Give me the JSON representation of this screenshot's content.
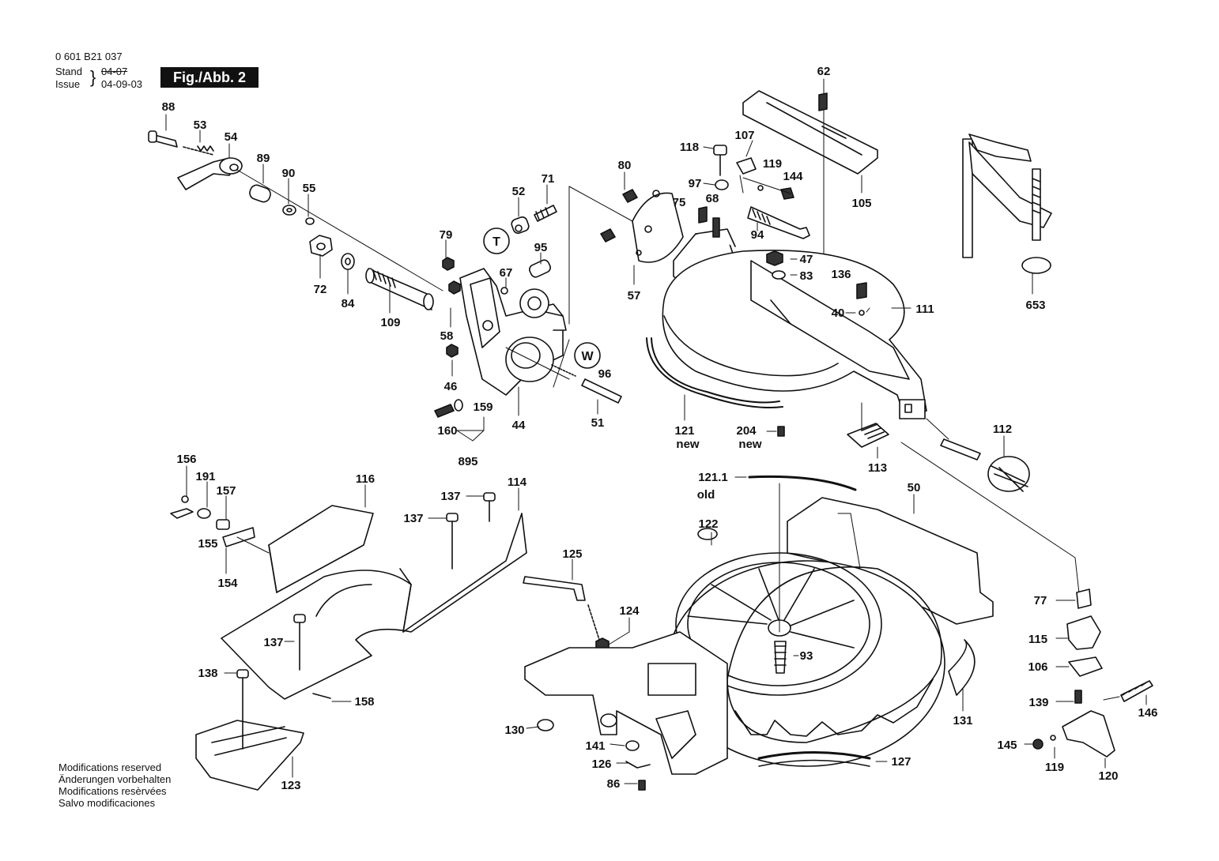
{
  "header": {
    "part_number": "0 601 B21 037",
    "stand_label": "Stand",
    "stand_value": "04-07",
    "issue_label": "Issue",
    "issue_value": "04-09-03",
    "figure_label": "Fig./Abb. 2"
  },
  "footer": {
    "lines": [
      "Modifications reserved",
      "Änderungen vorbehalten",
      "Modifications resèrvées",
      "Salvo modificaciones"
    ]
  },
  "callouts": [
    {
      "id": "88",
      "text": "88"
    },
    {
      "id": "53",
      "text": "53"
    },
    {
      "id": "54",
      "text": "54"
    },
    {
      "id": "89",
      "text": "89"
    },
    {
      "id": "90",
      "text": "90"
    },
    {
      "id": "55",
      "text": "55"
    },
    {
      "id": "72",
      "text": "72"
    },
    {
      "id": "84",
      "text": "84"
    },
    {
      "id": "109",
      "text": "109"
    },
    {
      "id": "79",
      "text": "79"
    },
    {
      "id": "52",
      "text": "52"
    },
    {
      "id": "71",
      "text": "71"
    },
    {
      "id": "95",
      "text": "95"
    },
    {
      "id": "67",
      "text": "67"
    },
    {
      "id": "58",
      "text": "58"
    },
    {
      "id": "46",
      "text": "46"
    },
    {
      "id": "96",
      "text": "96"
    },
    {
      "id": "51",
      "text": "51"
    },
    {
      "id": "44",
      "text": "44"
    },
    {
      "id": "159",
      "text": "159"
    },
    {
      "id": "160",
      "text": "160"
    },
    {
      "id": "895",
      "text": "895"
    },
    {
      "id": "80",
      "text": "80"
    },
    {
      "id": "57",
      "text": "57"
    },
    {
      "id": "75",
      "text": "75"
    },
    {
      "id": "68",
      "text": "68"
    },
    {
      "id": "118",
      "text": "118"
    },
    {
      "id": "97",
      "text": "97"
    },
    {
      "id": "107",
      "text": "107"
    },
    {
      "id": "119a",
      "text": "119"
    },
    {
      "id": "144",
      "text": "144"
    },
    {
      "id": "94",
      "text": "94"
    },
    {
      "id": "62",
      "text": "62"
    },
    {
      "id": "105",
      "text": "105"
    },
    {
      "id": "47",
      "text": "47"
    },
    {
      "id": "83",
      "text": "83"
    },
    {
      "id": "136",
      "text": "136"
    },
    {
      "id": "40",
      "text": "40"
    },
    {
      "id": "111",
      "text": "111"
    },
    {
      "id": "653",
      "text": "653"
    },
    {
      "id": "121",
      "text": "121"
    },
    {
      "id": "121new",
      "text": "new"
    },
    {
      "id": "204",
      "text": "204"
    },
    {
      "id": "204new",
      "text": "new"
    },
    {
      "id": "113",
      "text": "113"
    },
    {
      "id": "112",
      "text": "112"
    },
    {
      "id": "156",
      "text": "156"
    },
    {
      "id": "191",
      "text": "191"
    },
    {
      "id": "157",
      "text": "157"
    },
    {
      "id": "155",
      "text": "155"
    },
    {
      "id": "154",
      "text": "154"
    },
    {
      "id": "116",
      "text": "116"
    },
    {
      "id": "137a",
      "text": "137"
    },
    {
      "id": "137b",
      "text": "137"
    },
    {
      "id": "114",
      "text": "114"
    },
    {
      "id": "137c",
      "text": "137"
    },
    {
      "id": "138",
      "text": "138"
    },
    {
      "id": "158",
      "text": "158"
    },
    {
      "id": "123",
      "text": "123"
    },
    {
      "id": "125",
      "text": "125"
    },
    {
      "id": "124",
      "text": "124"
    },
    {
      "id": "121.1",
      "text": "121.1"
    },
    {
      "id": "121.1old",
      "text": "old"
    },
    {
      "id": "122",
      "text": "122"
    },
    {
      "id": "50",
      "text": "50"
    },
    {
      "id": "93",
      "text": "93"
    },
    {
      "id": "130",
      "text": "130"
    },
    {
      "id": "141",
      "text": "141"
    },
    {
      "id": "126",
      "text": "126"
    },
    {
      "id": "86",
      "text": "86"
    },
    {
      "id": "127",
      "text": "127"
    },
    {
      "id": "131",
      "text": "131"
    },
    {
      "id": "77",
      "text": "77"
    },
    {
      "id": "115",
      "text": "115"
    },
    {
      "id": "106",
      "text": "106"
    },
    {
      "id": "139",
      "text": "139"
    },
    {
      "id": "146",
      "text": "146"
    },
    {
      "id": "145",
      "text": "145"
    },
    {
      "id": "119b",
      "text": "119"
    },
    {
      "id": "120",
      "text": "120"
    }
  ],
  "markers": [
    {
      "id": "T",
      "text": "T"
    },
    {
      "id": "W",
      "text": "W"
    }
  ]
}
